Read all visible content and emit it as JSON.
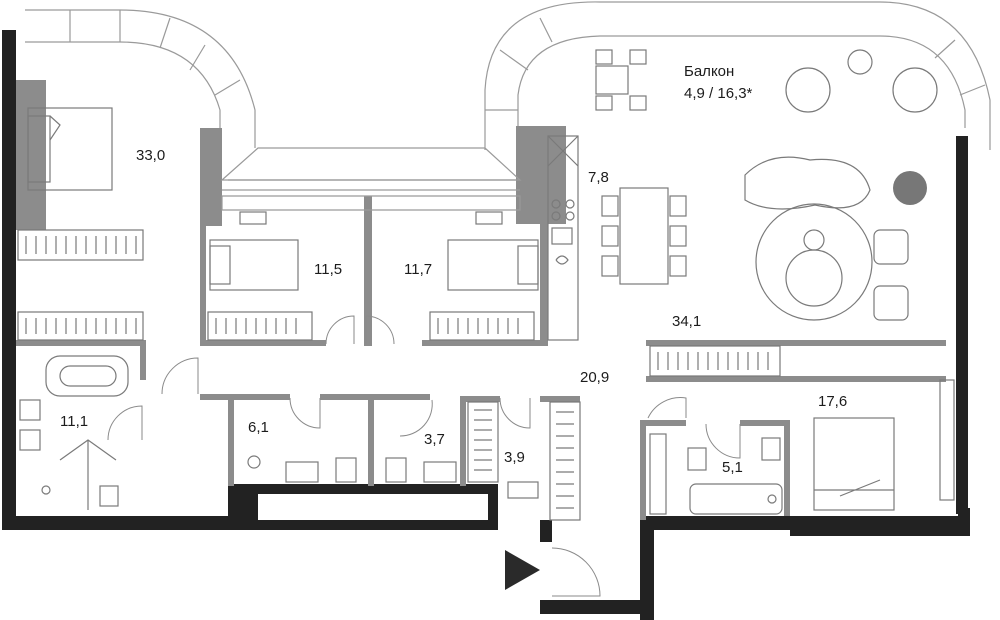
{
  "rooms": {
    "master_bedroom": "33,0",
    "bedroom_left": "11,5",
    "bedroom_right": "11,7",
    "kitchen": "7,8",
    "living": "34,1",
    "bath_left": "11,1",
    "wc_1": "6,1",
    "wc_2": "3,7",
    "storage": "3,9",
    "hall": "20,9",
    "bedroom_br": "17,6",
    "bath_br": "5,1"
  },
  "balcony": {
    "title": "Балкон",
    "area": "4,9 / 16,3*"
  },
  "icons": {
    "entrance": "entrance-arrow-icon"
  },
  "colors": {
    "wall": "#222222",
    "interior_wall": "#8c8c8c",
    "furniture": "#7a7a7a",
    "accent": "#8a8a8a"
  }
}
